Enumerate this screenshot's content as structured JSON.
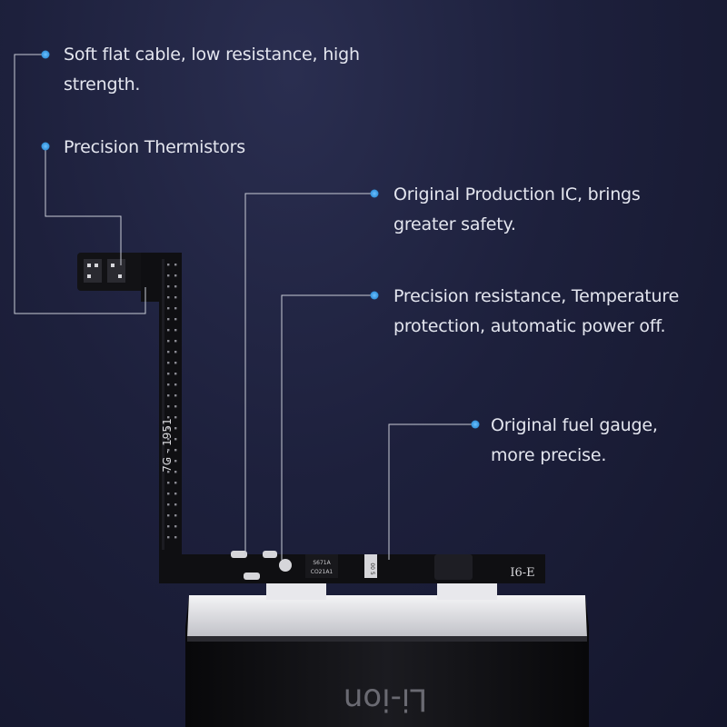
{
  "callouts": [
    {
      "lines": [
        "Soft flat cable, low resistance, high",
        "strength."
      ]
    },
    {
      "lines": [
        "Precision Thermistors"
      ]
    },
    {
      "lines": [
        "Original Production IC, brings",
        "greater safety."
      ]
    },
    {
      "lines": [
        "Precision resistance, Temperature",
        "protection, automatic power off."
      ]
    },
    {
      "lines": [
        "Original fuel gauge,",
        "more precise."
      ]
    }
  ],
  "flex_cable": {
    "vertical_label": "7G - 1951",
    "board_label": "I6-E"
  },
  "chip_labels": {
    "ic_line_1": "S671A",
    "ic_line_2": "CO21A1",
    "small_chip": "00 5"
  },
  "battery": {
    "label": "Li-ion"
  },
  "colors": {
    "background": "#1d203c",
    "callout_line": "#c9ccd6",
    "callout_dot": "#2f8fd8",
    "text": "#e4e6ef",
    "flex_board": "#0f0f12",
    "battery_body": "#111115"
  }
}
